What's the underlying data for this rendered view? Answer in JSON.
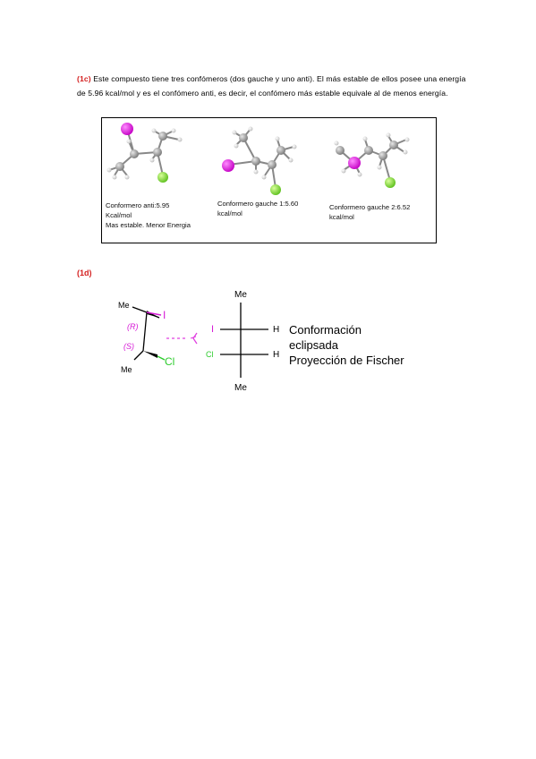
{
  "section_1c": {
    "label": "(1c)",
    "text": "Este compuesto tiene tres confómeros (dos gauche y uno anti). El más estable de ellos posee una energía de 5.96 kcal/mol y es el confómero anti, es decir, el confómero más estable equivale al de menos energía."
  },
  "conformers": [
    {
      "line1": "Conformero anti:5.95",
      "line2": "Kcal/mol",
      "line3": "Mas estable. Menor Energia"
    },
    {
      "line1": "Conformero gauche 1:5.60",
      "line2": "kcal/mol"
    },
    {
      "line1": "Conformero gauche 2:6.52",
      "line2": "kcal/mol"
    }
  ],
  "section_1d": {
    "label": "(1d)",
    "zigzag": {
      "me_top": "Me",
      "me_bottom": "Me",
      "r_label": "(R)",
      "s_label": "(S)",
      "iodine": "I",
      "chlorine": "Cl"
    },
    "fischer": {
      "me_top": "Me",
      "me_bottom": "Me",
      "left_top": "I",
      "left_bottom": "Cl",
      "right_top": "H",
      "right_bottom": "H"
    },
    "caption": [
      "Conformación",
      "eclipsada",
      "Proyección de Fischer"
    ]
  },
  "colors": {
    "red_label": "#d42020",
    "magenta": "#d61ad6",
    "green": "#2ecc2e",
    "iodine_ball": "#e020e0",
    "chlorine_ball": "#8ee03a"
  }
}
